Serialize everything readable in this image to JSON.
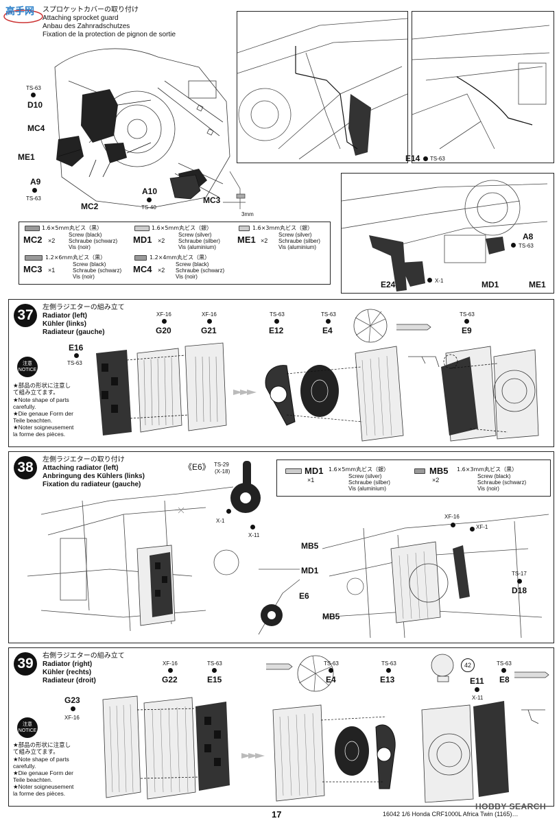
{
  "page": {
    "number": "17",
    "footer_text": "16042 1/6 Honda CRF1000L Africa Twin (1165)…",
    "watermark_top": "高手网",
    "watermark_bottom": "HOBBY SEARCH"
  },
  "step36": {
    "title_jp": "スプロケットカバーの取り付け",
    "title_en": "Attaching sprocket guard",
    "title_de": "Anbau des Zahnradschutzes",
    "title_fr": "Fixation de la protection de pignon de sortie",
    "labels": {
      "ts63_a": "TS-63",
      "d10": "D10",
      "mc4": "MC4",
      "me1": "ME1",
      "a9": "A9",
      "ts63_b": "TS-63",
      "mc2": "MC2",
      "a10": "A10",
      "ts40": "TS-40",
      "mc3": "MC3",
      "dim": "3mm",
      "e14": "E14",
      "ts63_c": "TS-63",
      "a8": "A8",
      "ts63_d": "TS-63",
      "e24": "E24",
      "x1": "X-1",
      "md1": "MD1",
      "me1_b": "ME1"
    },
    "parts": [
      {
        "code": "MC2",
        "qty": "×2",
        "jp": "1.6×5mm丸ビス（黒）",
        "en": "Screw (black)",
        "de": "Schraube (schwarz)",
        "fr": "Vis (noir)"
      },
      {
        "code": "MD1",
        "qty": "×2",
        "jp": "1.6×5mm丸ビス（銀）",
        "en": "Screw (silver)",
        "de": "Schraube (silber)",
        "fr": "Vis (aluminium)"
      },
      {
        "code": "ME1",
        "qty": "×2",
        "jp": "1.6×3mm丸ビス（銀）",
        "en": "Screw (silver)",
        "de": "Schraube (silber)",
        "fr": "Vis (aluminium)"
      },
      {
        "code": "MC3",
        "qty": "×1",
        "jp": "1.2×6mm丸ビス（黒）",
        "en": "Screw (black)",
        "de": "Schraube (schwarz)",
        "fr": "Vis (noir)"
      },
      {
        "code": "MC4",
        "qty": "×2",
        "jp": "1.2×4mm丸ビス（黒）",
        "en": "Screw (black)",
        "de": "Schraube (schwarz)",
        "fr": "Vis (noir)"
      }
    ]
  },
  "step37": {
    "number": "37",
    "title_jp": "左側ラジエターの組み立て",
    "title_en": "Radiator (left)",
    "title_de": "Kühler (links)",
    "title_fr": "Radiateur (gauche)",
    "labels": {
      "xf16_a": "XF-16",
      "g20": "G20",
      "xf16_b": "XF-16",
      "g21": "G21",
      "e16": "E16",
      "ts63_a": "TS-63",
      "ts63_b": "TS-63",
      "e12": "E12",
      "ts63_c": "TS-63",
      "e4": "E4",
      "ts63_d": "TS-63",
      "e9": "E9"
    },
    "notice_badge": "注意\nNOTICE",
    "notice_jp": "★部品の形状に注意して組み立てます。",
    "notice_en": "★Note shape of parts carefully.",
    "notice_de": "★Die genaue Form der Teile beachten.",
    "notice_fr": "★Noter soigneusement la forme des pièces."
  },
  "step38": {
    "number": "38",
    "title_jp": "左側ラジエターの取り付け",
    "title_en": "Attaching radiator (left)",
    "title_de": "Anbringung des Kühlers (links)",
    "title_fr": "Fixation du radiateur (gauche)",
    "labels": {
      "e6_ref": "《E6》",
      "ts29": "TS-29",
      "x18": "(X-18)",
      "x1": "X-1",
      "x11": "X-11",
      "xf16": "XF-16",
      "xf1": "XF-1",
      "mb5_a": "MB5",
      "md1": "MD1",
      "e6": "E6",
      "mb5_b": "MB5",
      "ts17": "TS-17",
      "d18": "D18"
    },
    "parts": [
      {
        "code": "MD1",
        "qty": "×1",
        "jp": "1.6×5mm丸ビス（銀）",
        "en": "Screw (silver)",
        "de": "Schraube (silber)",
        "fr": "Vis (aluminium)"
      },
      {
        "code": "MB5",
        "qty": "×2",
        "jp": "1.6×3mm丸ビス（黒）",
        "en": "Screw (black)",
        "de": "Schraube (schwarz)",
        "fr": "Vis (noir)"
      }
    ]
  },
  "step39": {
    "number": "39",
    "title_jp": "右側ラジエターの組み立て",
    "title_en": "Radiator (right)",
    "title_de": "Kühler (rechts)",
    "title_fr": "Radiateur (droit)",
    "labels": {
      "xf16_a": "XF-16",
      "g22": "G22",
      "ts63_a": "TS-63",
      "e15": "E15",
      "g23": "G23",
      "xf16_b": "XF-16",
      "ts63_b": "TS-63",
      "e4": "E4",
      "ts63_c": "TS-63",
      "e13": "E13",
      "ref42": "42",
      "e11": "E11",
      "x11": "X-11",
      "ts63_d": "TS-63",
      "e8": "E8"
    },
    "notice_badge": "注意\nNOTICE",
    "notice_jp": "★部品の形状に注意して組み立てます。",
    "notice_en": "★Note shape of parts carefully.",
    "notice_de": "★Die genaue Form der Teile beachten.",
    "notice_fr": "★Noter soigneusement la forme des pièces."
  }
}
